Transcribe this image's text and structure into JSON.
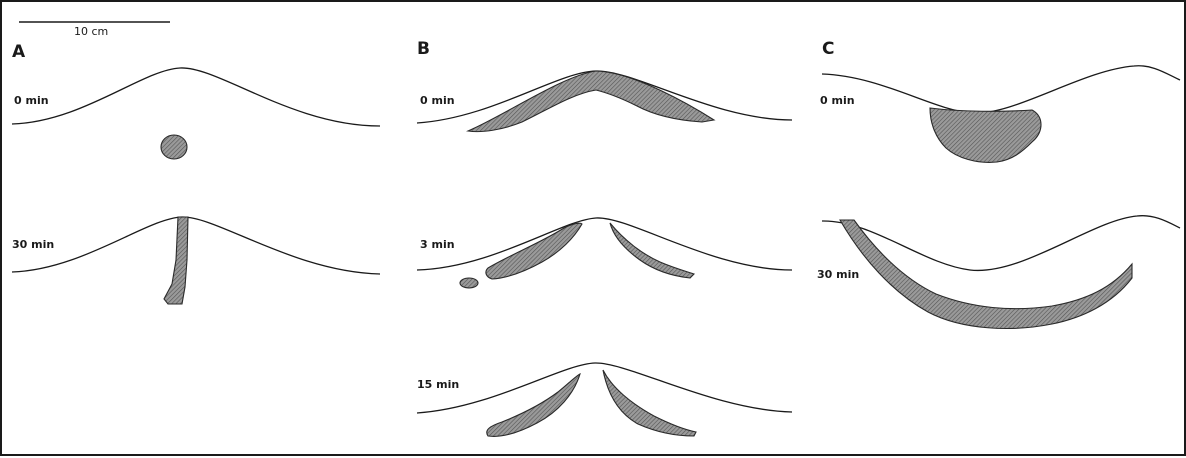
{
  "scale_bar": {
    "label": "10 cm"
  },
  "panels": [
    {
      "letter": "A",
      "times": [
        "0 min",
        "30 min"
      ]
    },
    {
      "letter": "B",
      "times": [
        "0 min",
        "3 min",
        "15 min"
      ]
    },
    {
      "letter": "C",
      "times": [
        "0 min",
        "30 min"
      ]
    }
  ],
  "colors": {
    "frame": "#1a1a1a",
    "surface_line": "#1a1a1a",
    "oil_fill": "#8c8c8c",
    "oil_hatch": "#555555"
  }
}
